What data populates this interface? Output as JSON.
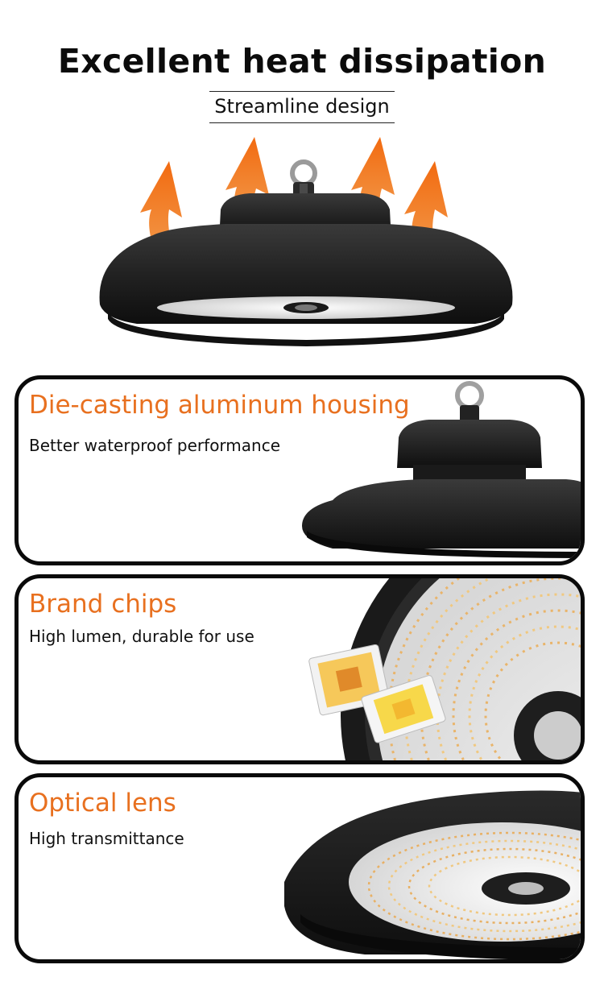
{
  "header": {
    "title": "Excellent heat dissipation",
    "subtitle": "Streamline design"
  },
  "colors": {
    "accent": "#e8701f",
    "arrow": "#f07a1a",
    "housing": "#1c1c1c",
    "border": "#0a0a0a",
    "chip_glow": "#f6c85a"
  },
  "features": [
    {
      "title": "Die-casting aluminum housing",
      "description": "Better waterproof performance"
    },
    {
      "title": "Brand chips",
      "description": "High lumen, durable for use"
    },
    {
      "title": "Optical lens",
      "description": "High transmittance"
    }
  ]
}
